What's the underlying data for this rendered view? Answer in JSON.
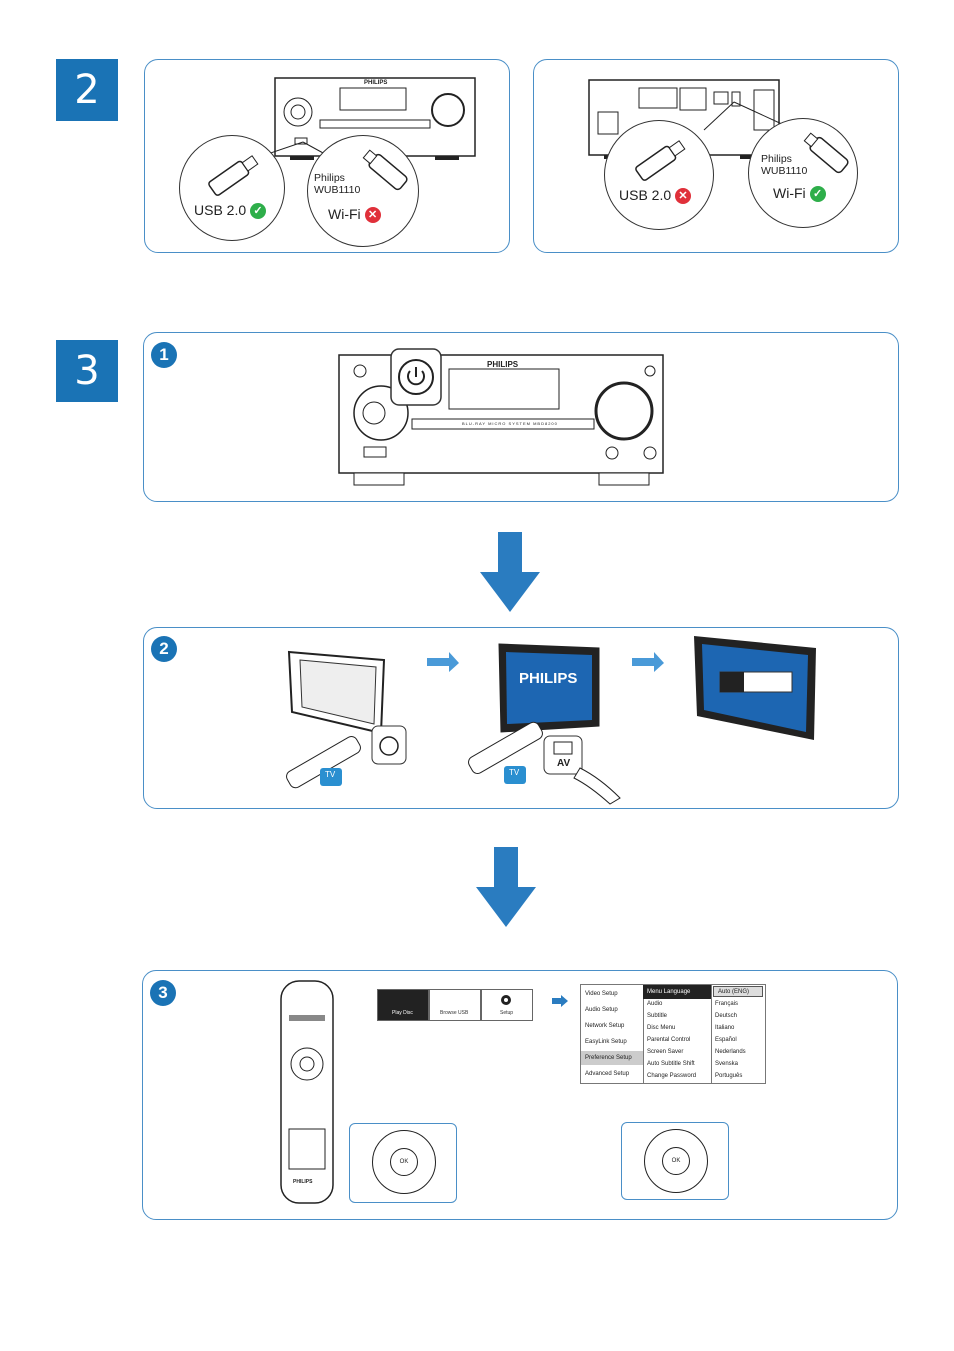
{
  "step2": {
    "badge": "2",
    "left_panel": {
      "callout_usb_label": "USB 2.0",
      "callout_wifi_brand": "Philips",
      "callout_wifi_model": "WUB1110",
      "callout_wifi_label": "Wi-Fi",
      "device_brand": "PHILIPS"
    },
    "right_panel": {
      "callout_usb_label": "USB 2.0",
      "callout_wifi_brand": "Philips",
      "callout_wifi_model": "WUB1110",
      "callout_wifi_label": "Wi-Fi"
    }
  },
  "step3": {
    "badge": "3",
    "sub1": {
      "num": "1",
      "device_brand": "PHILIPS",
      "device_caption": "BLU-RAY MICRO SYSTEM MBD8200"
    },
    "sub2": {
      "num": "2",
      "tv_splash_brand": "PHILIPS",
      "tv_icon_label": "TV",
      "av_label": "AV"
    },
    "sub3": {
      "num": "3",
      "home_menu": [
        "Play Disc",
        "Browse USB",
        "Setup"
      ],
      "ok_label": "OK",
      "remote_brand": "PHILIPS",
      "setup_left": [
        "Video Setup",
        "Audio Setup",
        "Network Setup",
        "EasyLink Setup",
        "Preference Setup",
        "Advanced Setup"
      ],
      "setup_mid": [
        "Menu Language",
        "Audio",
        "Subtitle",
        "Disc Menu",
        "Parental Control",
        "Screen Saver",
        "Auto Subtitle Shift",
        "Change Password"
      ],
      "setup_right": [
        "Auto (ENG)",
        "Français",
        "Deutsch",
        "Italiano",
        "Español",
        "Nederlands",
        "Svenska",
        "Português"
      ]
    }
  },
  "colors": {
    "accent": "#1a73b5",
    "panel_border": "#4a8fc7",
    "check": "#2eae4a",
    "cross": "#e0303a"
  }
}
